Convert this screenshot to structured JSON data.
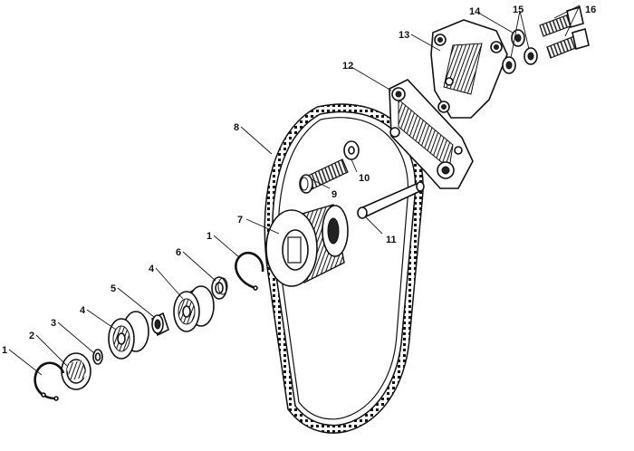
{
  "diagram": {
    "callouts": [
      {
        "id": "c1a",
        "label": "1"
      },
      {
        "id": "c2",
        "label": "2"
      },
      {
        "id": "c3",
        "label": "3"
      },
      {
        "id": "c4a",
        "label": "4"
      },
      {
        "id": "c5",
        "label": "5"
      },
      {
        "id": "c4b",
        "label": "4"
      },
      {
        "id": "c6",
        "label": "6"
      },
      {
        "id": "c1b",
        "label": "1"
      },
      {
        "id": "c7",
        "label": "7"
      },
      {
        "id": "c8",
        "label": "8"
      },
      {
        "id": "c9",
        "label": "9"
      },
      {
        "id": "c10",
        "label": "10"
      },
      {
        "id": "c11",
        "label": "11"
      },
      {
        "id": "c12",
        "label": "12"
      },
      {
        "id": "c13",
        "label": "13"
      },
      {
        "id": "c14",
        "label": "14"
      },
      {
        "id": "c15",
        "label": "15"
      },
      {
        "id": "c16",
        "label": "16"
      }
    ]
  }
}
